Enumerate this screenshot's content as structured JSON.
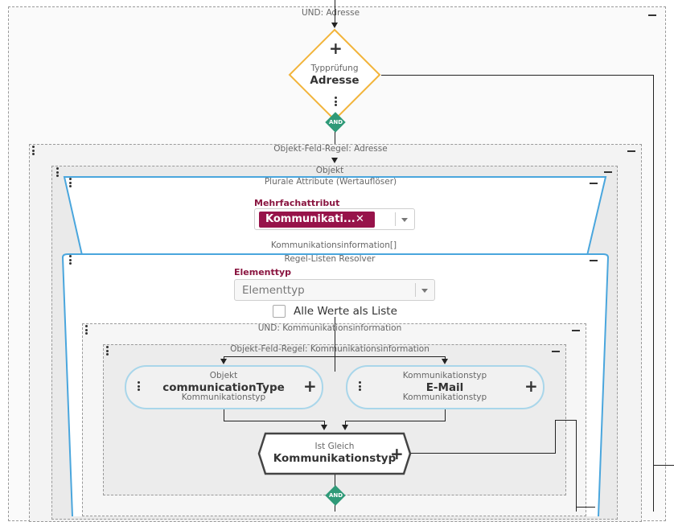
{
  "groups": {
    "und_adresse": "UND: Adresse",
    "objekt_feld_regel_adresse": "Objekt-Feld-Regel: Adresse",
    "objekt": "Objekt",
    "plurale_attribute": "Plurale Attribute (Wertauflöser)",
    "regel_listen_resolver": "Regel-Listen Resolver",
    "und_kommunikationsinformation": "UND: Kommunikationsinformation",
    "objekt_feld_regel_komm": "Objekt-Feld-Regel: Kommunikationsinformation"
  },
  "typpruefung": {
    "small": "Typprüfung",
    "big": "Adresse"
  },
  "and_label": "AND",
  "plus": "+",
  "mehrfachattribut": {
    "label": "Mehrfachattribut",
    "chip": "Kommunikati...",
    "chip_close": "✕"
  },
  "komm_array": "Kommunikationsinformation[]",
  "elementtyp": {
    "label": "Elementtyp",
    "placeholder": "Elementtyp"
  },
  "alle_werte": "Alle Werte als Liste",
  "node_left": {
    "top": "Objekt",
    "main": "communicationType",
    "bottom": "Kommunikationstyp"
  },
  "node_right": {
    "top": "Kommunikationstyp",
    "main": "E-Mail",
    "bottom": "Kommunikationstyp"
  },
  "ist_gleich": {
    "small": "Ist Gleich",
    "big": "Kommunikationstyp"
  },
  "colors": {
    "accent_blue": "#4aa6dd",
    "diamond": "#f2b43a",
    "and_green": "#2f9a78",
    "chip": "#97134a"
  }
}
